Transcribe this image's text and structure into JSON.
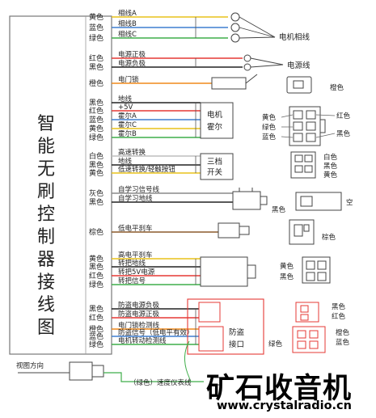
{
  "controller_title": [
    "智",
    "能",
    "无",
    "刷",
    "控",
    "制",
    "器",
    "接",
    "线",
    "图"
  ],
  "motor": {
    "colors": [
      "黄色",
      "蓝色",
      "绿色"
    ],
    "labels": [
      "相线A",
      "相线B",
      "相线C"
    ],
    "group_label": "电机相线"
  },
  "power": {
    "colors": [
      "红色",
      "黑色"
    ],
    "labels": [
      "电源正极",
      "电源负极"
    ],
    "group_label": "电源线"
  },
  "lock": {
    "color": "橙色",
    "label": "电门锁",
    "connector_color": "橙色"
  },
  "hall": {
    "colors": [
      "黑色",
      "红色",
      "蓝色",
      "黄色",
      "绿色"
    ],
    "labels": [
      "地线",
      "+5V",
      "霍尔A",
      "霍尔C",
      "霍尔B"
    ],
    "box_label": [
      "电机",
      "霍尔"
    ],
    "connector_left": [
      "黄色",
      "绿色",
      "蓝色"
    ],
    "connector_right": [
      "红色",
      "黑色"
    ]
  },
  "gear": {
    "colors": [
      "白色",
      "黑色",
      "黄色"
    ],
    "labels": [
      "高速转换",
      "地线",
      "低速转换/轻触按钮"
    ],
    "box_label": [
      "三档",
      "开关"
    ],
    "connector_right": [
      "白色",
      "黑色",
      "黄色"
    ]
  },
  "learn": {
    "colors": [
      "灰色",
      "黑色"
    ],
    "labels": [
      "自学习信号线",
      "自学习地线"
    ],
    "connector_black": "黑色",
    "empty": "空"
  },
  "brake_low": {
    "color": "棕色",
    "label": "低电平刹车",
    "connector_color": "棕色"
  },
  "throttle": {
    "colors": [
      "黄色",
      "黑色",
      "红色",
      "绿色"
    ],
    "labels": [
      "高电平刹车",
      "转把地线",
      "转把5V电源",
      "转把信号"
    ],
    "connector_colors": [
      "黄色",
      "黑色"
    ]
  },
  "alarm": {
    "colors_a": [
      "黑色",
      "红色"
    ],
    "labels_a": [
      "防盗电源负极",
      "防盗电源正极"
    ],
    "colors_b": [
      "橙色",
      "蓝色",
      "绿色"
    ],
    "labels_b": [
      "电门锁检测线",
      "防盗信号（低电平有效）",
      "电机转动检测线"
    ],
    "box_label": [
      "防盗",
      "接口"
    ],
    "connector_top": [
      "黑色",
      "红色"
    ],
    "connector_bottom": [
      "橙色",
      "蓝色",
      "绿色"
    ]
  },
  "view_direction": "视图方向",
  "speedometer": "（绿色）速度仪表线",
  "watermark": {
    "title": "矿石收音机",
    "url": "www.crystalradio.cn"
  },
  "colors": {
    "yellow": "#e8c21a",
    "blue": "#3f7fd0",
    "green": "#3fae4a",
    "red": "#e53935",
    "black": "#222222",
    "orange": "#f08a1c",
    "gray": "#8a8a8a",
    "brown": "#8b5a2b",
    "white_wire": "#bdbdbd",
    "watermark_blue": "#1f5fb8"
  }
}
